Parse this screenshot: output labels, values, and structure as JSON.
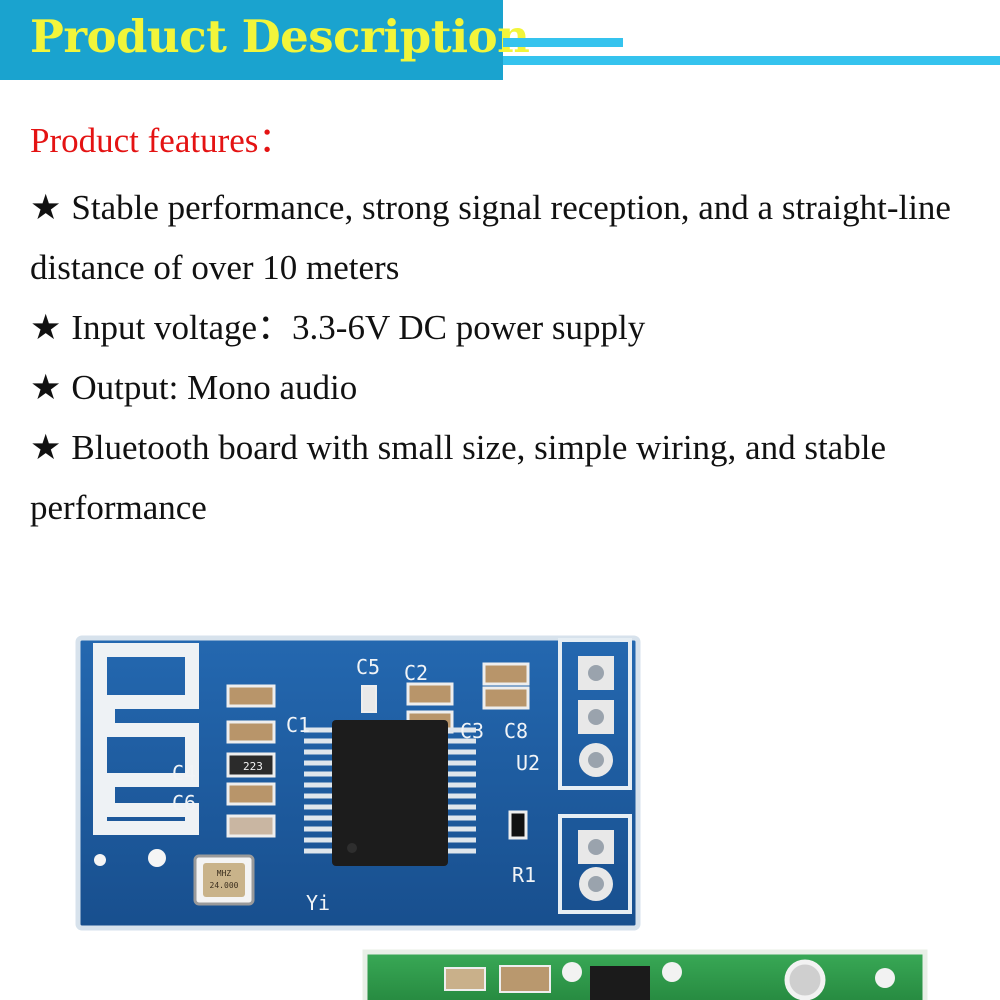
{
  "banner": {
    "title": "Product Description"
  },
  "features": {
    "heading": "Product features：",
    "items": [
      {
        "star": "★",
        "text": "Stable performance, strong signal reception, and a straight-line distance of over 10 meters"
      },
      {
        "star": "★",
        "text": "Input voltage：3.3-6V DC power supply"
      },
      {
        "star": "★",
        "text": "Output: Mono audio"
      },
      {
        "star": "★",
        "text": "Bluetooth board with small size, simple wiring, and stable performance"
      }
    ]
  },
  "board_labels": {
    "c5": "C5",
    "c2": "C2",
    "c1": "C1",
    "c3": "C3",
    "c8": "C8",
    "c4": "C4",
    "c6": "C6",
    "u2": "U2",
    "r1": "R1",
    "yi": "Yi",
    "crystal": "24.000",
    "crystal_unit": "MHZ",
    "resistor_code": "223"
  },
  "colors": {
    "banner_bg": "#1aa3cf",
    "banner_text": "#f2f53a",
    "accent_lines": "#35c3ee",
    "heading_red": "#e41313",
    "pcb_blue": "#1d5aa0",
    "pcb_green": "#2f9a4a"
  }
}
